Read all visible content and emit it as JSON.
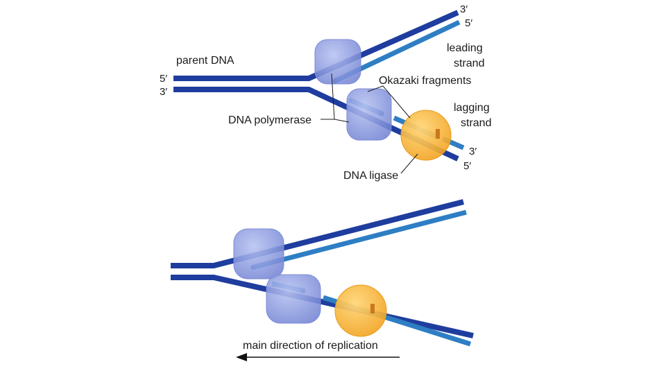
{
  "colors": {
    "parent_strand": "#1f3d9e",
    "new_strand": "#2e7ec4",
    "polymerase": "#8c9ce0",
    "ligase": "#f6b332",
    "arrow": "#111111"
  },
  "top_panel": {
    "parent_label": "parent DNA",
    "parent_5_end": "5′",
    "parent_3_end": "3′",
    "upper_3_end": "3′",
    "upper_5_end": "5′",
    "leading_label_line1": "leading",
    "leading_label_line2": "strand",
    "okazaki_label": "Okazaki fragments",
    "lagging_label_line1": "lagging",
    "lagging_label_line2": "strand",
    "lower_3_end": "3′",
    "lower_5_end": "5′",
    "polymerase_label": "DNA polymerase",
    "ligase_label": "DNA ligase"
  },
  "bottom_panel": {
    "direction_label": "main direction of replication"
  }
}
